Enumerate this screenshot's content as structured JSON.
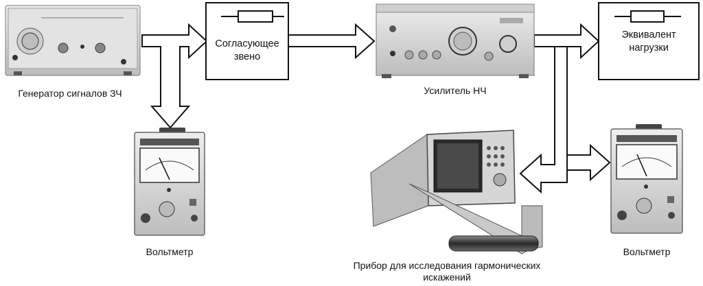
{
  "blocks": {
    "generator": {
      "caption": "Генератор сигналов ЗЧ"
    },
    "matching": {
      "line1": "Согласующее",
      "line2": "звено"
    },
    "amplifier": {
      "caption": "Усилитель НЧ"
    },
    "load": {
      "line1": "Эквивалент",
      "line2": "нагрузки"
    },
    "voltmeter_left": {
      "caption": "Вольтметр"
    },
    "voltmeter_right": {
      "caption": "Вольтметр"
    },
    "analyzer": {
      "line1": "Прибор для исследования гармонических",
      "line2": "искажений"
    }
  },
  "colors": {
    "line": "#111111",
    "device_body": "#d9d9d9",
    "device_dark": "#3a3a3a",
    "background": "#ffffff"
  },
  "icons": [
    "resistor-icon",
    "resistor-icon"
  ]
}
